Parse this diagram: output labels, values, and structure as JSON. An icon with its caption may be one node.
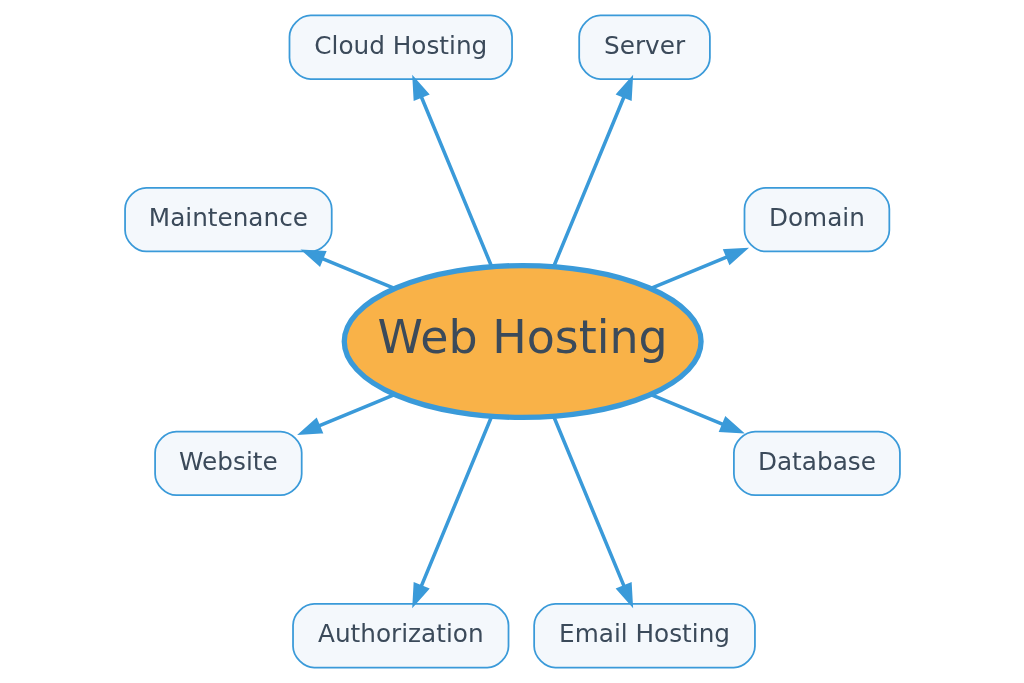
{
  "diagram": {
    "nodes": [
      {
        "text": [
          "Domain"
        ]
      },
      {
        "text": [
          "Server"
        ]
      },
      {
        "text": [
          "Cloud Hosting"
        ]
      },
      {
        "text": [
          "Maintenance"
        ]
      },
      {
        "text": [
          "Web Hosting"
        ]
      },
      {
        "text": [
          "Website"
        ]
      },
      {
        "text": [
          "Authorization"
        ]
      },
      {
        "text": [
          "Email Hosting"
        ]
      },
      {
        "text": [
          "Database"
        ]
      }
    ],
    "edges": [
      {
        "from": 4,
        "to": 0,
        "arrow": "to"
      },
      {
        "from": 4,
        "to": 1,
        "arrow": "to"
      },
      {
        "from": 4,
        "to": 3,
        "arrow": "to"
      },
      {
        "from": 4,
        "to": 6,
        "arrow": "to"
      },
      {
        "from": 4,
        "to": 8,
        "arrow": "to"
      },
      {
        "from": 4,
        "to": 7,
        "arrow": "to"
      },
      {
        "from": 4,
        "to": 5,
        "arrow": "to"
      },
      {
        "from": 4,
        "to": 2,
        "arrow": "to"
      }
    ]
  }
}
